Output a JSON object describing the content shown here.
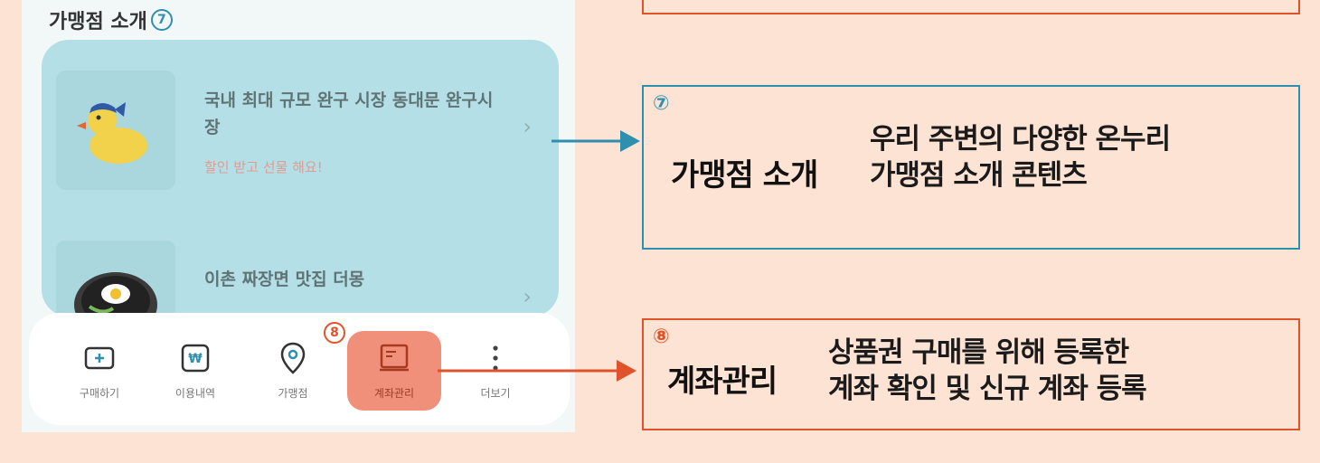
{
  "section": {
    "title": "가맹점 소개",
    "badge": "7"
  },
  "stores": [
    {
      "name": "국내 최대 규모 완구 시장 동대문 완구시장",
      "sub": "할인 받고 선물 해요!"
    },
    {
      "name": "이촌 짜장면 맛집 더몽",
      "sub": ""
    }
  ],
  "nav": {
    "badge": "8",
    "items": [
      {
        "label": "구매하기",
        "icon": "ticket-icon"
      },
      {
        "label": "이용내역",
        "icon": "won-receipt-icon"
      },
      {
        "label": "가맹점",
        "icon": "location-pin-icon"
      },
      {
        "label": "계좌관리",
        "icon": "account-card-icon"
      },
      {
        "label": "더보기",
        "icon": "more-dots-icon"
      }
    ],
    "active_index": 3
  },
  "callouts": [
    {
      "num": "⑦",
      "title": "가맹점 소개",
      "desc_line1": "우리 주변의 다양한 온누리",
      "desc_line2": "가맹점 소개 콘텐츠",
      "color": "#2f8fae"
    },
    {
      "num": "⑧",
      "title": "계좌관리",
      "desc_line1": "상품권 구매를 위해 등록한",
      "desc_line2": "계좌 확인 및 신규 계좌 등록",
      "color": "#e0532a"
    }
  ],
  "colors": {
    "background": "#fde3d4",
    "teal": "#2f8fae",
    "orange": "#e0532a",
    "card": "#b5dfe6",
    "active": "#f0907a"
  }
}
